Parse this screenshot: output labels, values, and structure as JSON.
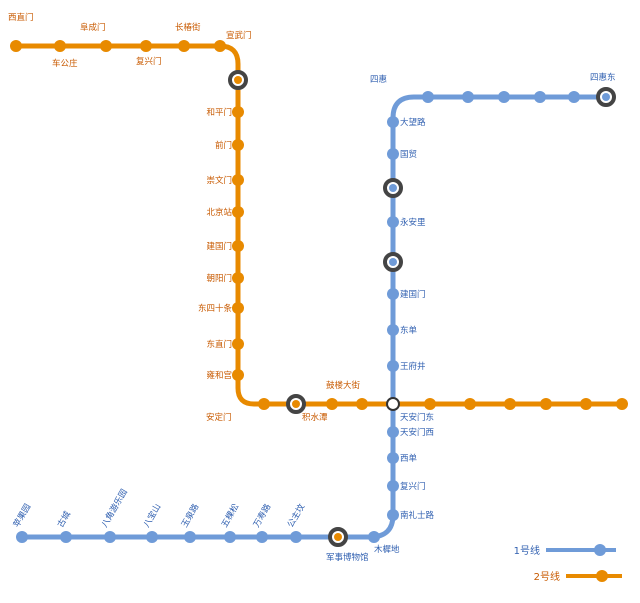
{
  "colors": {
    "line1": "#6f9bd8",
    "line2": "#e88a00",
    "interchange": "#444444"
  },
  "legend": {
    "line1_label": "1号线",
    "line2_label": "2号线"
  },
  "line2_stations": [
    "西直门",
    "车公庄",
    "阜成门",
    "复兴门",
    "长椿街",
    "宣武门",
    "和平门",
    "前门",
    "崇文门",
    "北京站",
    "建国门",
    "朝阳门",
    "东四十条",
    "东直门",
    "雍和宫",
    "安定门",
    "鼓楼大街",
    "积水潭"
  ],
  "line1_stations": [
    "苹果园",
    "古城",
    "八角游乐园",
    "八宝山",
    "玉泉路",
    "五棵松",
    "万寿路",
    "公主坟",
    "军事博物馆",
    "木樨地",
    "南礼士路",
    "复兴门",
    "西单",
    "天安门西",
    "天安门东",
    "王府井",
    "东单",
    "建国门",
    "永安里",
    "国贸",
    "大望路",
    "四惠",
    "四惠东"
  ]
}
